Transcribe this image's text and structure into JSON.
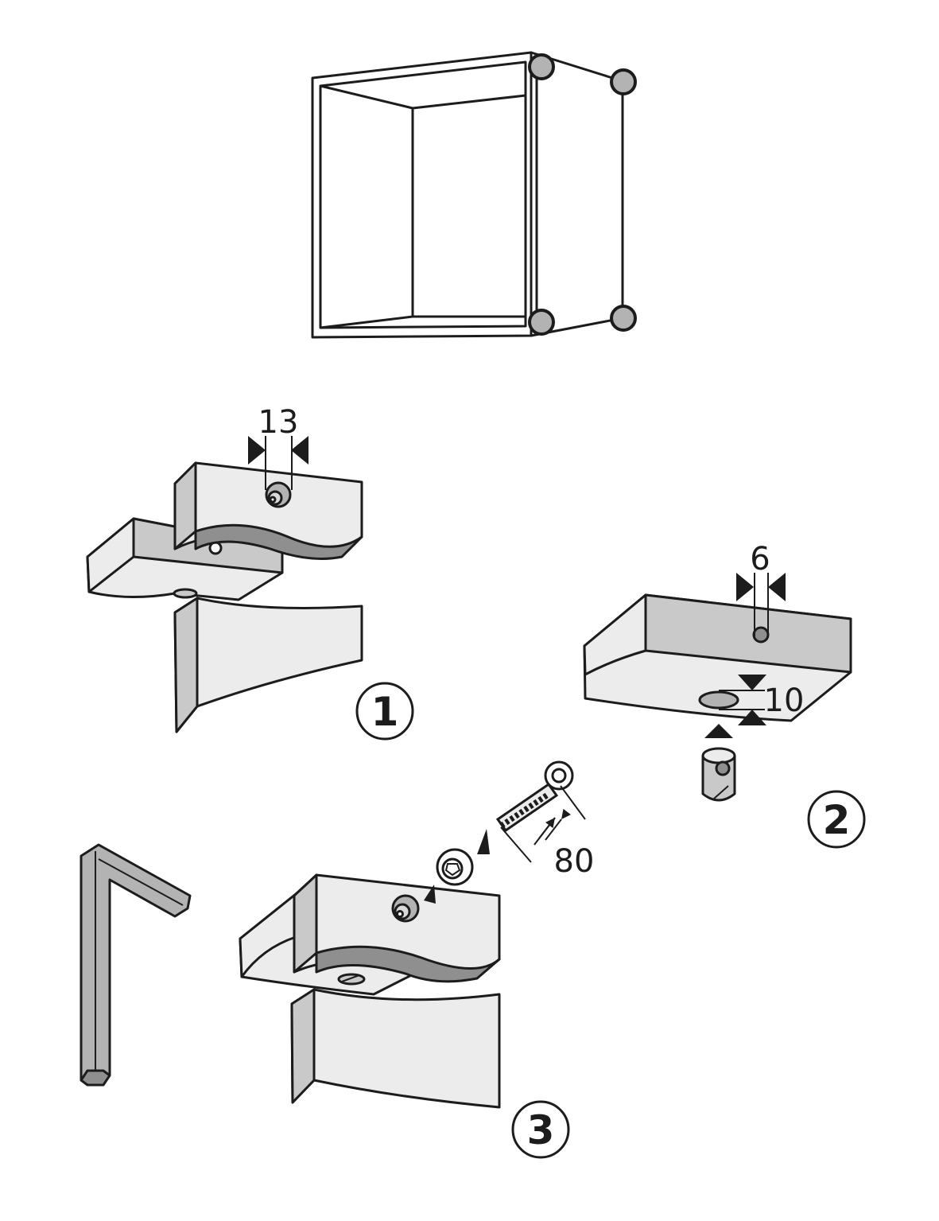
{
  "colors": {
    "stroke": "#1c1c1c",
    "panel_light": "#ececec",
    "panel_mid": "#c9c9c9",
    "panel_dark": "#8f8f8f",
    "connector_grey": "#b3b3b3",
    "background": "#ffffff"
  },
  "dimensions": {
    "step1_hole_diameter": "13",
    "step2_hole_diameter": "6",
    "step2_cross_hole_depth": "10",
    "step3_bolt_length": "80"
  },
  "steps": [
    {
      "number": "1"
    },
    {
      "number": "2"
    },
    {
      "number": "3"
    }
  ]
}
